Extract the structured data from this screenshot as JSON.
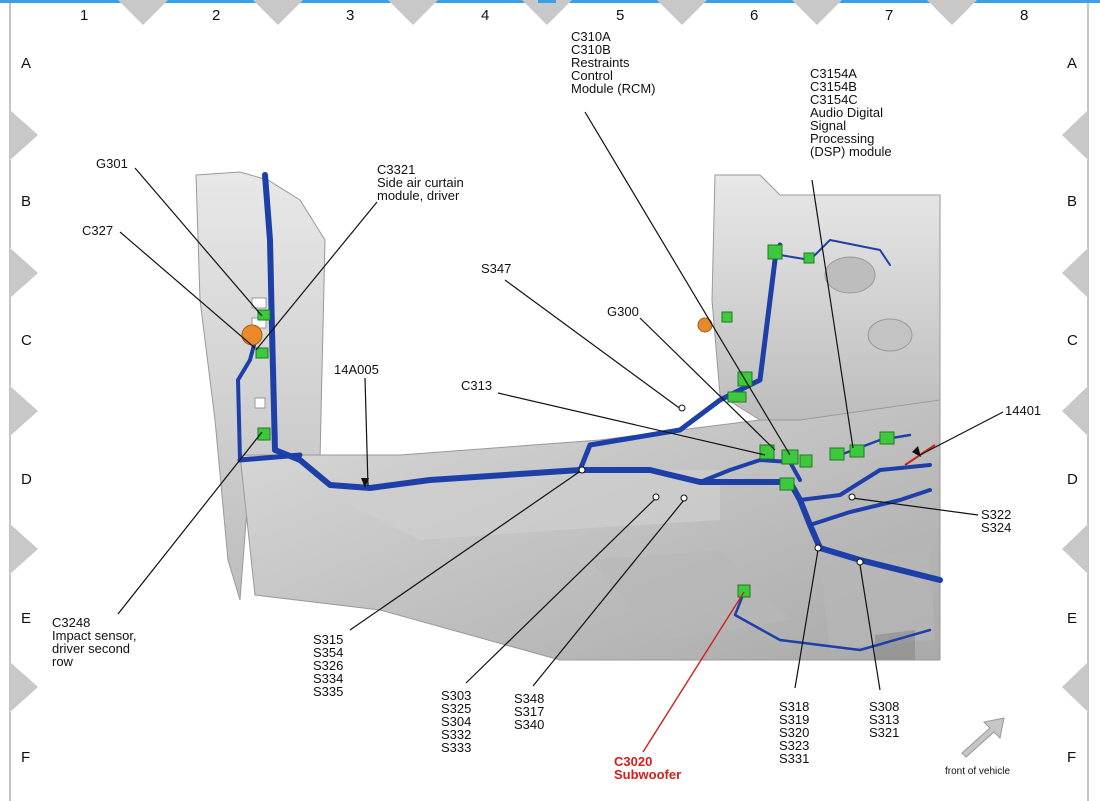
{
  "grid": {
    "columns": [
      "1",
      "2",
      "3",
      "4",
      "5",
      "6",
      "7",
      "8"
    ],
    "rows": [
      "A",
      "B",
      "C",
      "D",
      "E",
      "F"
    ]
  },
  "labels": {
    "g301": "G301",
    "c327": "C327",
    "c3321": "C3321\nSide air curtain\nmodule, driver",
    "rcm": "C310A\nC310B\nRestraints\nControl\nModule (RCM)",
    "dsp": "C3154A\nC3154B\nC3154C\nAudio Digital\nSignal\nProcessing\n(DSP) module",
    "s347": "S347",
    "g300": "G300",
    "c313": "C313",
    "a14a005": "14A005",
    "a14401": "14401",
    "s322": "S322\nS324",
    "c3248": "C3248\nImpact sensor,\ndriver second\nrow",
    "s315": "S315\nS354\nS326\nS334\nS335",
    "s303": "S303\nS325\nS304\nS332\nS333",
    "s348": "S348\nS317\nS340",
    "s318": "S318\nS319\nS320\nS323\nS331",
    "s308": "S308\nS313\nS321",
    "c3020": "C3020\nSubwoofer",
    "front": "front of vehicle"
  },
  "colors": {
    "harness": "#1e3fa8",
    "connector": "#3ec83e",
    "ground": "#e98a2a",
    "highlight": "#d0201c",
    "body": "#d8d8d8",
    "frame_accent": "#3aa0e8"
  }
}
